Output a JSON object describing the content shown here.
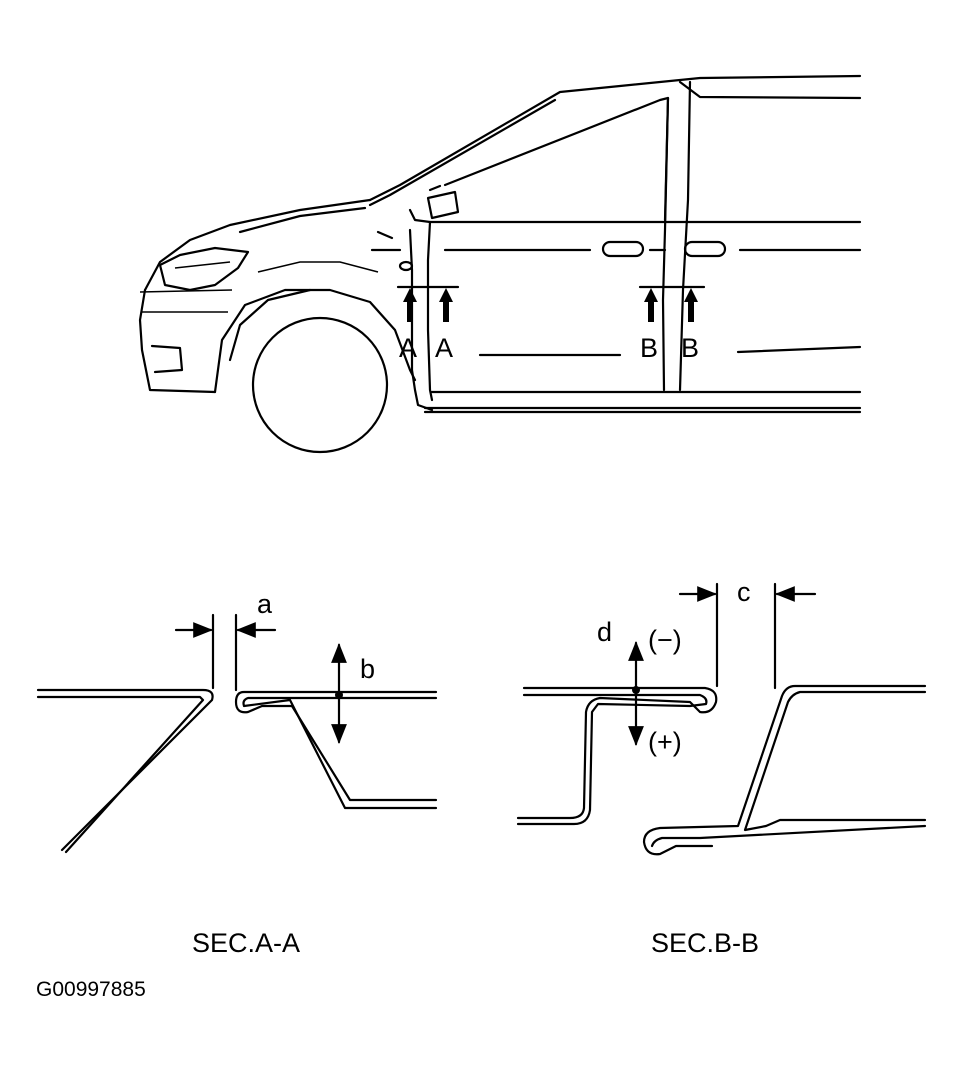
{
  "view_labels": {
    "section_a_left": "A",
    "section_a_right": "A",
    "section_b_left": "B",
    "section_b_right": "B"
  },
  "sec_a": {
    "title": "SEC.A-A",
    "gap_label": "a",
    "flush_label": "b"
  },
  "sec_b": {
    "title": "SEC.B-B",
    "gap_label": "c",
    "flush_label": "d",
    "minus_label": "(−)",
    "plus_label": "(+)"
  },
  "figure_code": "G00997885"
}
